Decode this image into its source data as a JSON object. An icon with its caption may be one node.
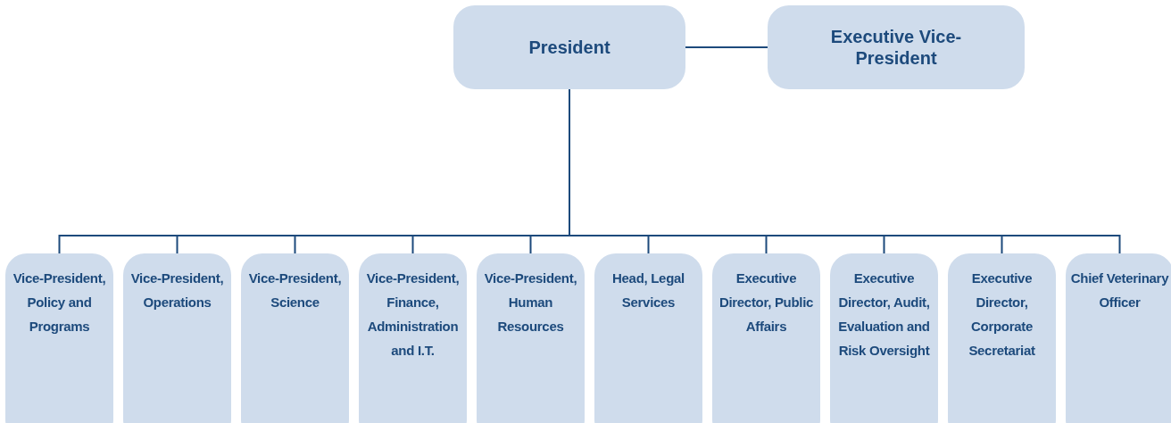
{
  "diagram": {
    "nodes": [
      {
        "text": [
          "President"
        ]
      },
      {
        "text": [
          "Executive Vice-President"
        ]
      },
      {
        "text": [
          "Vice-President, Policy and Programs"
        ]
      },
      {
        "text": [
          "Vice-President, Operations"
        ]
      },
      {
        "text": [
          "Vice-President, Science"
        ]
      },
      {
        "text": [
          "Vice-President, Finance, Administration and I.T."
        ]
      },
      {
        "text": [
          "Vice-President, Human Resources"
        ]
      },
      {
        "text": [
          "Head, Legal Services"
        ]
      },
      {
        "text": [
          "Executive Director, Public Affairs"
        ]
      },
      {
        "text": [
          "Executive Director, Audit, Evaluation and Risk Oversight"
        ]
      },
      {
        "text": [
          "Executive Director, Corporate Secretariat"
        ]
      },
      {
        "text": [
          "Chief Veterinary Officer"
        ]
      }
    ],
    "edges": [
      {
        "from": 0,
        "to": 1,
        "arrow": "none"
      },
      {
        "from": 0,
        "to": 2,
        "arrow": "none"
      },
      {
        "from": 0,
        "to": 3,
        "arrow": "none"
      },
      {
        "from": 0,
        "to": 4,
        "arrow": "none"
      },
      {
        "from": 0,
        "to": 5,
        "arrow": "none"
      },
      {
        "from": 0,
        "to": 6,
        "arrow": "none"
      },
      {
        "from": 0,
        "to": 7,
        "arrow": "none"
      },
      {
        "from": 0,
        "to": 8,
        "arrow": "none"
      },
      {
        "from": 0,
        "to": 9,
        "arrow": "none"
      },
      {
        "from": 0,
        "to": 10,
        "arrow": "none"
      },
      {
        "from": 0,
        "to": 11,
        "arrow": "none"
      }
    ]
  }
}
